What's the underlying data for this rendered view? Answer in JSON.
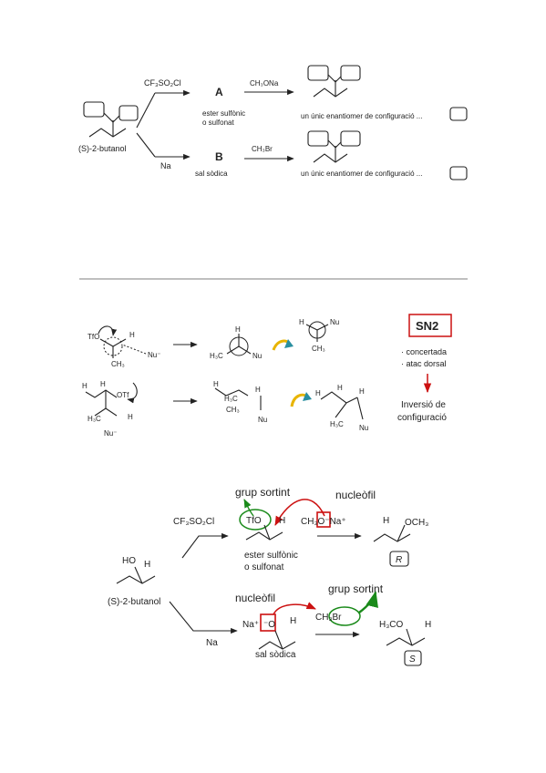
{
  "scheme1": {
    "start": "(S)-2-butanol",
    "reagent_top": "CF₃SO₂Cl",
    "reagent_bottom": "Na",
    "A": "A",
    "A_line1": "ester sulfònic",
    "A_line2": "o sulfonat",
    "B": "B",
    "B_desc": "sal sòdica",
    "reagent_A": "CH₃ONa",
    "reagent_B": "CH₃Br",
    "result": "un únic enantiomer de configuració ..."
  },
  "mechanism": {
    "tfo": "TfO",
    "otf": "OTf",
    "h": "H",
    "ch3": "CH₃",
    "h3c": "H₃C",
    "nu": "Nu",
    "nu_minus": "Nu⁻",
    "sn2": "SN2",
    "features": [
      "· concertada",
      "· atac dorsal"
    ],
    "result_line1": "Inversió de",
    "result_line2": "configuració",
    "colors": {
      "red": "#cc1111",
      "green": "#1a8a1a",
      "blue": "#1a2ecc",
      "arrow_yellow": "#e8b400",
      "arrow_teal": "#2a8fa0"
    }
  },
  "scheme2": {
    "leaving_top": "grup sortint",
    "nucleophile_top": "nucleòfil",
    "reagent_top": "CF₃SO₂Cl",
    "tfo": "TfO",
    "h": "H",
    "methoxide": "CH₃O⁻Na⁺",
    "ester_line1": "ester sulfònic",
    "ester_line2": "o sulfonat",
    "product_top": "OCH₃",
    "config_top": "R",
    "ho": "HO",
    "start": "(S)-2-butanol",
    "nucleophile_bottom": "nucleòfil",
    "leaving_bottom": "grup sortint",
    "na_plus": "Na⁺",
    "o_minus": "⁻O",
    "ch3br": "CH₃Br",
    "reagent_bottom": "Na",
    "salt": "sal sòdica",
    "product_bottom": "H₃CO",
    "config_bottom": "S"
  }
}
